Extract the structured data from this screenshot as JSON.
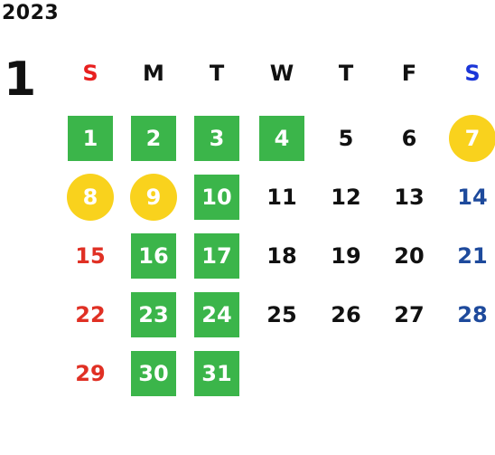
{
  "calendar": {
    "year": "2023",
    "month": "1",
    "weekdays": [
      "S",
      "M",
      "T",
      "W",
      "T",
      "F",
      "S"
    ],
    "colors": {
      "sunday_header": "#e8201f",
      "saturday_header": "#1b36d8",
      "weekday_header": "#111111",
      "sunday_date": "#e03024",
      "saturday_date": "#1e4a9c",
      "weekday_date": "#111111",
      "closed_day_bg": "#3bb54a",
      "holiday_bg": "#f9d21d"
    },
    "weeks": [
      [
        {
          "day": "1",
          "mark": "closed"
        },
        {
          "day": "2",
          "mark": "closed"
        },
        {
          "day": "3",
          "mark": "closed"
        },
        {
          "day": "4",
          "mark": "closed"
        },
        {
          "day": "5",
          "mark": ""
        },
        {
          "day": "6",
          "mark": ""
        },
        {
          "day": "7",
          "mark": "holiday"
        }
      ],
      [
        {
          "day": "8",
          "mark": "holiday"
        },
        {
          "day": "9",
          "mark": "holiday"
        },
        {
          "day": "10",
          "mark": "closed"
        },
        {
          "day": "11",
          "mark": ""
        },
        {
          "day": "12",
          "mark": ""
        },
        {
          "day": "13",
          "mark": ""
        },
        {
          "day": "14",
          "mark": ""
        }
      ],
      [
        {
          "day": "15",
          "mark": ""
        },
        {
          "day": "16",
          "mark": "closed"
        },
        {
          "day": "17",
          "mark": "closed"
        },
        {
          "day": "18",
          "mark": ""
        },
        {
          "day": "19",
          "mark": ""
        },
        {
          "day": "20",
          "mark": ""
        },
        {
          "day": "21",
          "mark": ""
        }
      ],
      [
        {
          "day": "22",
          "mark": ""
        },
        {
          "day": "23",
          "mark": "closed"
        },
        {
          "day": "24",
          "mark": "closed"
        },
        {
          "day": "25",
          "mark": ""
        },
        {
          "day": "26",
          "mark": ""
        },
        {
          "day": "27",
          "mark": ""
        },
        {
          "day": "28",
          "mark": ""
        }
      ],
      [
        {
          "day": "29",
          "mark": ""
        },
        {
          "day": "30",
          "mark": "closed"
        },
        {
          "day": "31",
          "mark": "closed"
        },
        {
          "day": "",
          "mark": ""
        },
        {
          "day": "",
          "mark": ""
        },
        {
          "day": "",
          "mark": ""
        },
        {
          "day": "",
          "mark": ""
        }
      ]
    ]
  }
}
